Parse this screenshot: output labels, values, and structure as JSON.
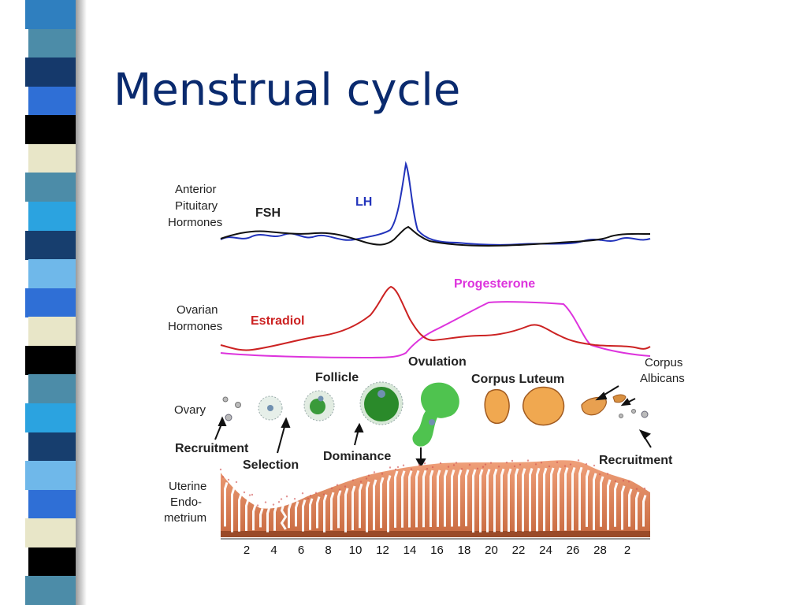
{
  "slide": {
    "title": "Menstrual cycle",
    "sidebar_colors": [
      "#2f7fbf",
      "#4c8ca8",
      "#15396b",
      "#2f6fd6",
      "#000000",
      "#e8e6c8",
      "#4c8ca8",
      "#2ba3e0",
      "#173e6e",
      "#6fb8ea",
      "#2f6fd6",
      "#e8e6c8",
      "#000000",
      "#4c8ca8",
      "#2ba3e0",
      "#173e6e",
      "#6fb8ea",
      "#2f6fd6",
      "#e8e6c8",
      "#000000",
      "#4c8ca8"
    ]
  },
  "diagram": {
    "pituitary_label": [
      "Anterior",
      "Pituitary",
      "Hormones"
    ],
    "fsh_label": "FSH",
    "lh_label": "LH",
    "ovarian_label": [
      "Ovarian",
      "Hormones"
    ],
    "estradiol_label": "Estradiol",
    "progesterone_label": "Progesterone",
    "ovulation_label": "Ovulation",
    "follicle_label": "Follicle",
    "corpus_luteum_label": "Corpus Luteum",
    "corpus_albicans_label": [
      "Corpus",
      "Albicans"
    ],
    "ovary_label": "Ovary",
    "recruitment_label": "Recruitment",
    "selection_label": "Selection",
    "dominance_label": "Dominance",
    "recruitment_label_2": "Recruitment",
    "uterine_label": [
      "Uterine",
      "Endo-",
      "metrium"
    ],
    "day_ticks": [
      "2",
      "4",
      "6",
      "8",
      "10",
      "12",
      "14",
      "16",
      "18",
      "20",
      "22",
      "24",
      "26",
      "28",
      "2"
    ],
    "colors": {
      "fsh": "#111111",
      "lh": "#2233bb",
      "estradiol": "#cc2222",
      "progesterone": "#dd33dd",
      "endometrium": "#e8906a",
      "follicle": "#2a8a2a"
    }
  }
}
